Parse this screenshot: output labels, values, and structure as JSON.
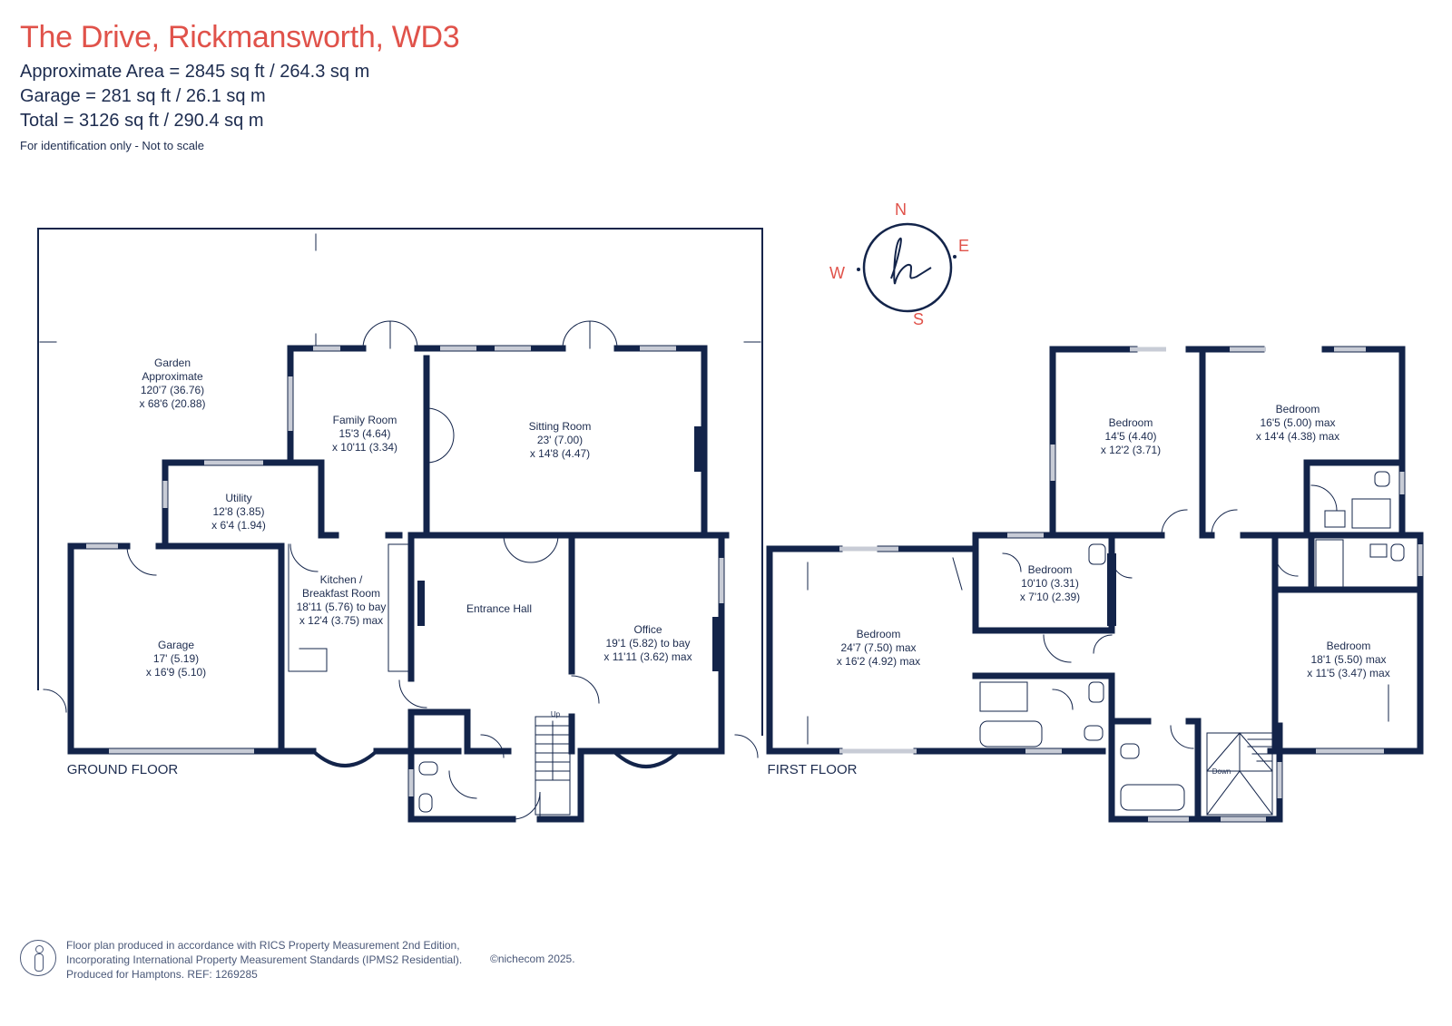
{
  "header": {
    "title": "The Drive, Rickmansworth, WD3",
    "area_line1": "Approximate Area = 2845 sq ft / 264.3 sq m",
    "area_line2": "Garage = 281 sq ft / 26.1 sq m",
    "area_line3": "Total = 3126 sq ft / 290.4 sq m",
    "note": "For identification only - Not to scale"
  },
  "compass": {
    "n": "N",
    "e": "E",
    "s": "S",
    "w": "W",
    "logo": "h-logo-icon"
  },
  "floors": {
    "ground": "GROUND FLOOR",
    "first": "FIRST FLOOR"
  },
  "rooms": {
    "garden": {
      "name": "Garden",
      "l2": "Approximate",
      "l3": "120'7 (36.76)",
      "l4": "x 68'6 (20.88)"
    },
    "family": {
      "name": "Family Room",
      "l2": "15'3 (4.64)",
      "l3": "x 10'11 (3.34)"
    },
    "sitting": {
      "name": "Sitting Room",
      "l2": "23' (7.00)",
      "l3": "x 14'8 (4.47)"
    },
    "utility": {
      "name": "Utility",
      "l2": "12'8 (3.85)",
      "l3": "x 6'4 (1.94)"
    },
    "kitchen": {
      "name": "Kitchen /",
      "l2": "Breakfast Room",
      "l3": "18'11 (5.76) to bay",
      "l4": "x 12'4 (3.75) max"
    },
    "hall": {
      "name": "Entrance Hall"
    },
    "office": {
      "name": "Office",
      "l2": "19'1 (5.82) to bay",
      "l3": "x 11'11 (3.62) max"
    },
    "garage": {
      "name": "Garage",
      "l2": "17' (5.19)",
      "l3": "x 16'9 (5.10)"
    },
    "bed1": {
      "name": "Bedroom",
      "l2": "14'5 (4.40)",
      "l3": "x 12'2 (3.71)"
    },
    "bed2": {
      "name": "Bedroom",
      "l2": "16'5 (5.00) max",
      "l3": "x 14'4 (4.38) max"
    },
    "bed3": {
      "name": "Bedroom",
      "l2": "10'10 (3.31)",
      "l3": "x 7'10 (2.39)"
    },
    "bed4": {
      "name": "Bedroom",
      "l2": "24'7 (7.50) max",
      "l3": "x 16'2 (4.92) max"
    },
    "bed5": {
      "name": "Bedroom",
      "l2": "18'1 (5.50) max",
      "l3": "x 11'5 (3.47) max"
    }
  },
  "stairs": {
    "up": "Up",
    "down": "Down"
  },
  "footer": {
    "line1": "Floor plan produced in accordance with RICS Property Measurement 2nd Edition,",
    "line2": "Incorporating International Property Measurement Standards (IPMS2 Residential).",
    "line3": "Produced for Hamptons.   REF:  1269285",
    "copyright": "©nichecom 2025."
  },
  "colors": {
    "wall": "#13244a",
    "accent": "#e0524a",
    "window": "#c8ccd6"
  }
}
